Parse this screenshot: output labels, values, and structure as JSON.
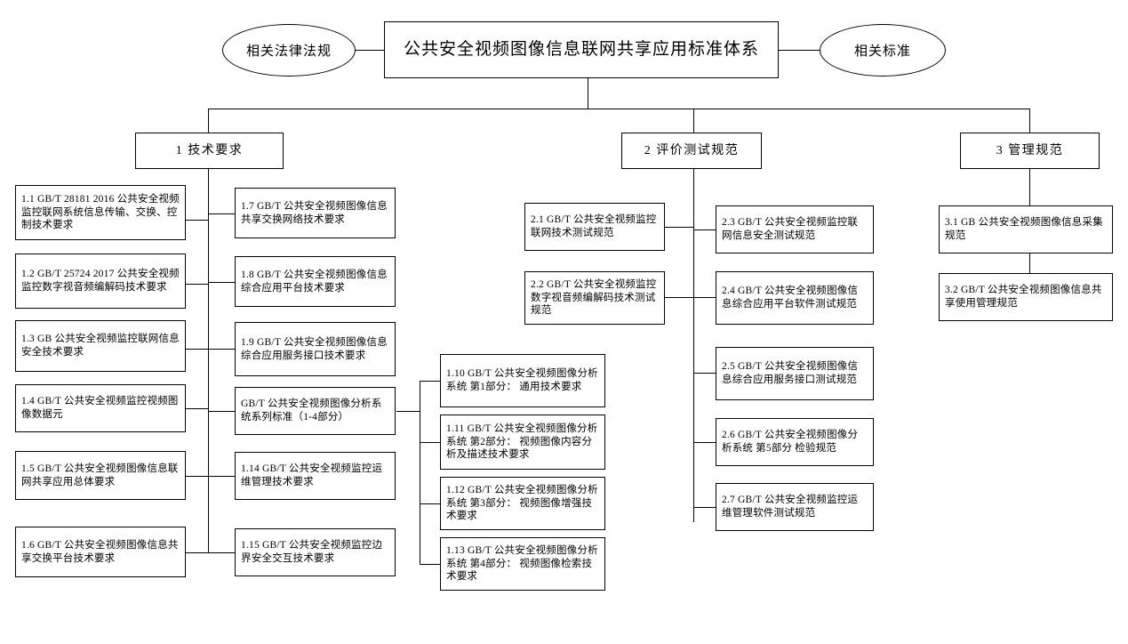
{
  "diagram": {
    "title": "公共安全视频图像信息联网共享应用标准体系",
    "side_left": "相关法律法规",
    "side_right": "相关标准",
    "categories": {
      "c1": "1 技术要求",
      "c2": "2 评价测试规范",
      "c3": "3 管理规范"
    },
    "col1": [
      "1.1 GB/T 28181 2016 公共安全视频监控联网系统信息传输、交换、控制技术要求",
      "1.2 GB/T 25724 2017 公共安全视频监控数字视音频编解码技术要求",
      "1.3 GB 公共安全视频监控联网信息安全技术要求",
      "1.4 GB/T 公共安全视频监控视频图像数据元",
      "1.5 GB/T 公共安全视频图像信息联网共享应用总体要求",
      "1.6 GB/T 公共安全视频图像信息共享交换平台技术要求"
    ],
    "col2": [
      "1.7 GB/T 公共安全视频图像信息共享交换网络技术要求",
      "1.8 GB/T 公共安全视频图像信息综合应用平台技术要求",
      "1.9 GB/T 公共安全视频图像信息综合应用服务接口技术要求",
      "GB/T 公共安全视频图像分析系统系列标准（1-4部分）",
      "1.14  GB/T 公共安全视频监控运维管理技术要求",
      "1.15 GB/T 公共安全视频监控边界安全交互技术要求"
    ],
    "col3": [
      "1.10  GB/T 公共安全视频图像分析系统 第1部分： 通用技术要求",
      "1.11  GB/T 公共安全视频图像分析系统 第2部分： 视频图像内容分析及描述技术要求",
      "1.12  GB/T 公共安全视频图像分析系统 第3部分： 视频图像增强技术要求",
      "1.13  GB/T 公共安全视频图像分析系统 第4部分： 视频图像检索技术要求"
    ],
    "col4": [
      "2.1 GB/T 公共安全视频监控联网技术测试规范",
      "2.2 GB/T 公共安全视频监控数字视音频编解码技术测试规范"
    ],
    "col5": [
      "2.3 GB/T 公共安全视频监控联网信息安全测试规范",
      "2.4 GB/T 公共安全视频图像信息综合应用平台软件测试规范",
      "2.5 GB/T 公共安全视频图像信息综合应用服务接口测试规范",
      "2.6 GB/T 公共安全视频图像分析系统 第5部分 检验规范",
      "2.7 GB/T 公共安全视频监控运维管理软件测试规范"
    ],
    "col6": [
      "3.1 GB 公共安全视频图像信息采集规范",
      "3.2 GB/T 公共安全视频图像信息共享使用管理规范"
    ]
  }
}
